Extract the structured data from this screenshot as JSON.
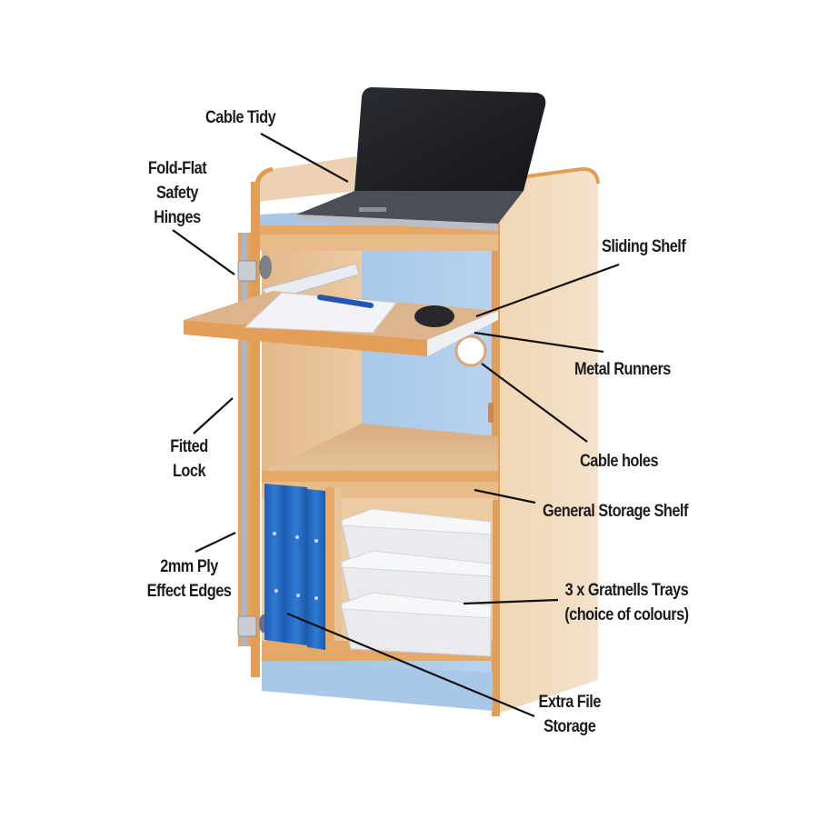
{
  "product": {
    "name": "Laptop / teaching lectern storage cabinet",
    "colors": {
      "wood": "#e8c9a3",
      "wood_dark": "#d9a877",
      "edge": "#e09a52",
      "blue_panel": "#a9c8e8",
      "file_blue": "#2a6fc4",
      "tray": "#eceef2",
      "laptop_screen": "#1e1f24",
      "leader_line": "#111111"
    }
  },
  "callouts": [
    {
      "id": "cable-tidy",
      "line1": "Cable Tidy",
      "line2": ""
    },
    {
      "id": "fold-flat-hinges",
      "line1": "Fold-Flat",
      "line2": "Safety",
      "line3": "Hinges"
    },
    {
      "id": "sliding-shelf",
      "line1": "Sliding Shelf",
      "line2": ""
    },
    {
      "id": "metal-runners",
      "line1": "Metal Runners",
      "line2": ""
    },
    {
      "id": "cable-holes",
      "line1": "Cable holes",
      "line2": ""
    },
    {
      "id": "fitted-lock",
      "line1": "Fitted",
      "line2": "Lock"
    },
    {
      "id": "general-storage-shelf",
      "line1": "General Storage Shelf",
      "line2": ""
    },
    {
      "id": "ply-edges",
      "line1": "2mm Ply",
      "line2": "Effect Edges"
    },
    {
      "id": "gratnells-trays",
      "line1": "3 x Gratnells Trays",
      "line2": "(choice of colours)"
    },
    {
      "id": "extra-file-storage",
      "line1": "Extra File",
      "line2": "Storage"
    }
  ]
}
